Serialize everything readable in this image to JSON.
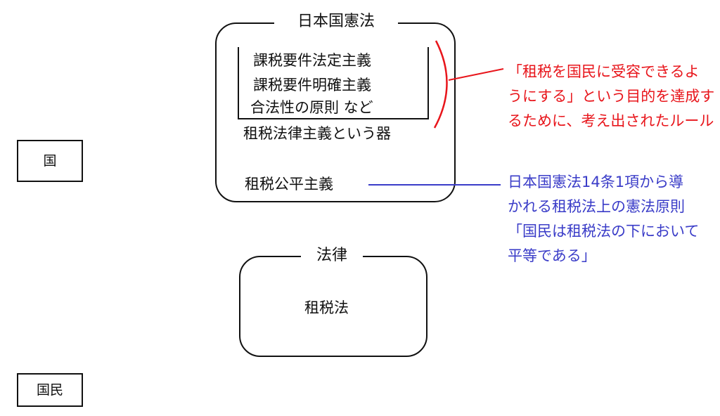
{
  "constitution": {
    "title": "日本国憲法",
    "principles": [
      "課税要件法定主義",
      "課税要件明確主義",
      "合法性の原則 など"
    ],
    "container_label": "租税法律主義という器",
    "fairness_label": "租税公平主義"
  },
  "law": {
    "title": "法律",
    "content": "租税法"
  },
  "actors": {
    "state": "国",
    "citizens": "国民"
  },
  "notes": {
    "red_lines": [
      "「租税を国民に受容できるよ",
      "うにする」という目的を達成す",
      "るために、考え出されたルール"
    ],
    "blue_lines": [
      "日本国憲法14条1項から導",
      "かれる租税法上の憲法原則",
      "「国民は租税法の下において",
      "平等である」"
    ]
  },
  "colors": {
    "red": "#e8151b",
    "blue": "#3a3cc8",
    "line": "#111111"
  }
}
